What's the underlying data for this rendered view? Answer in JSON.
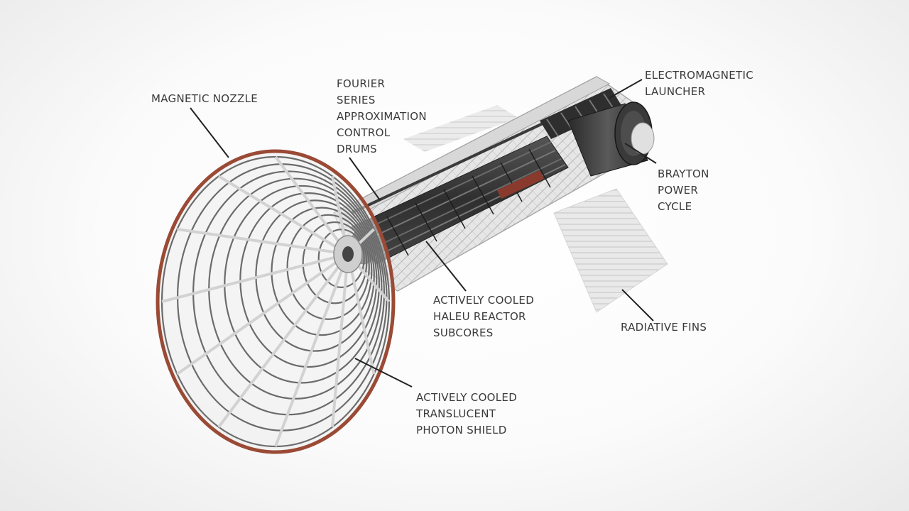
{
  "labels": {
    "magnetic_nozzle": "MAGNETIC NOZZLE",
    "fourier": [
      "FOURIER",
      "SERIES",
      "APPROXIMATION",
      "CONTROL",
      "DRUMS"
    ],
    "electromagnetic_launcher": [
      "ELECTROMAGNETIC",
      "LAUNCHER"
    ],
    "brayton": [
      "BRAYTON",
      "POWER",
      "CYCLE"
    ],
    "haleu": [
      "ACTIVELY COOLED",
      "HALEU REACTOR",
      "SUBCORES"
    ],
    "radiative_fins": "RADIATIVE FINS",
    "photon_shield": [
      "ACTIVELY COOLED",
      "TRANSLUCENT",
      "PHOTON SHIELD"
    ]
  },
  "colors": {
    "copper": "#9a4a35",
    "wire": "#6b6b6b",
    "frame": "#b9b9b9",
    "drum": "#3a3a3a",
    "leader": "#222222"
  }
}
